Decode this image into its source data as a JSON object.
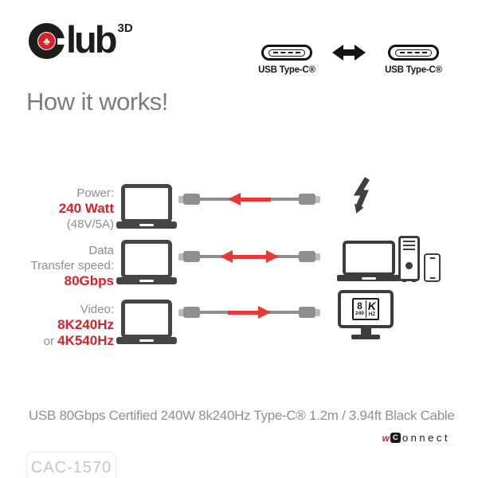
{
  "colors": {
    "brand_red": "#d4232b",
    "arrow_red": "#e43b37",
    "gray_text": "#8d8d8d",
    "heading_gray": "#7c7c7c",
    "icon_dark": "#454545",
    "outline_icon_dark": "#3c3c3c",
    "cable_gray": "#8f8f8f",
    "sku_gray": "#c6c6c6"
  },
  "brand": {
    "word_rest": "lub",
    "superscript": "3D",
    "suit": "♣"
  },
  "header": {
    "left_connector_label": "USB Type-C®",
    "right_connector_label": "USB Type-C®"
  },
  "heading": "How it works!",
  "rows": {
    "power": {
      "label": "Power:",
      "value": "240 Watt",
      "sub": "(48V/5A)"
    },
    "data": {
      "label_line1": "Data",
      "label_line2": "Transfer speed:",
      "value": "80Gbps"
    },
    "video": {
      "label": "Video:",
      "value1": "8K240Hz",
      "conj": "or ",
      "value2": "4K540Hz"
    }
  },
  "monitor_badge": {
    "res": "8",
    "k": "K",
    "rate": "240",
    "hz": "HZ"
  },
  "footer": {
    "caption": "USB 80Gbps Certified 240W 8k240Hz Type-C® 1.2m / 3.94ft Black Cable",
    "logo": {
      "prefix": "w",
      "boxed": "C",
      "rest": "onnect"
    },
    "sku": "CAC-1570"
  }
}
